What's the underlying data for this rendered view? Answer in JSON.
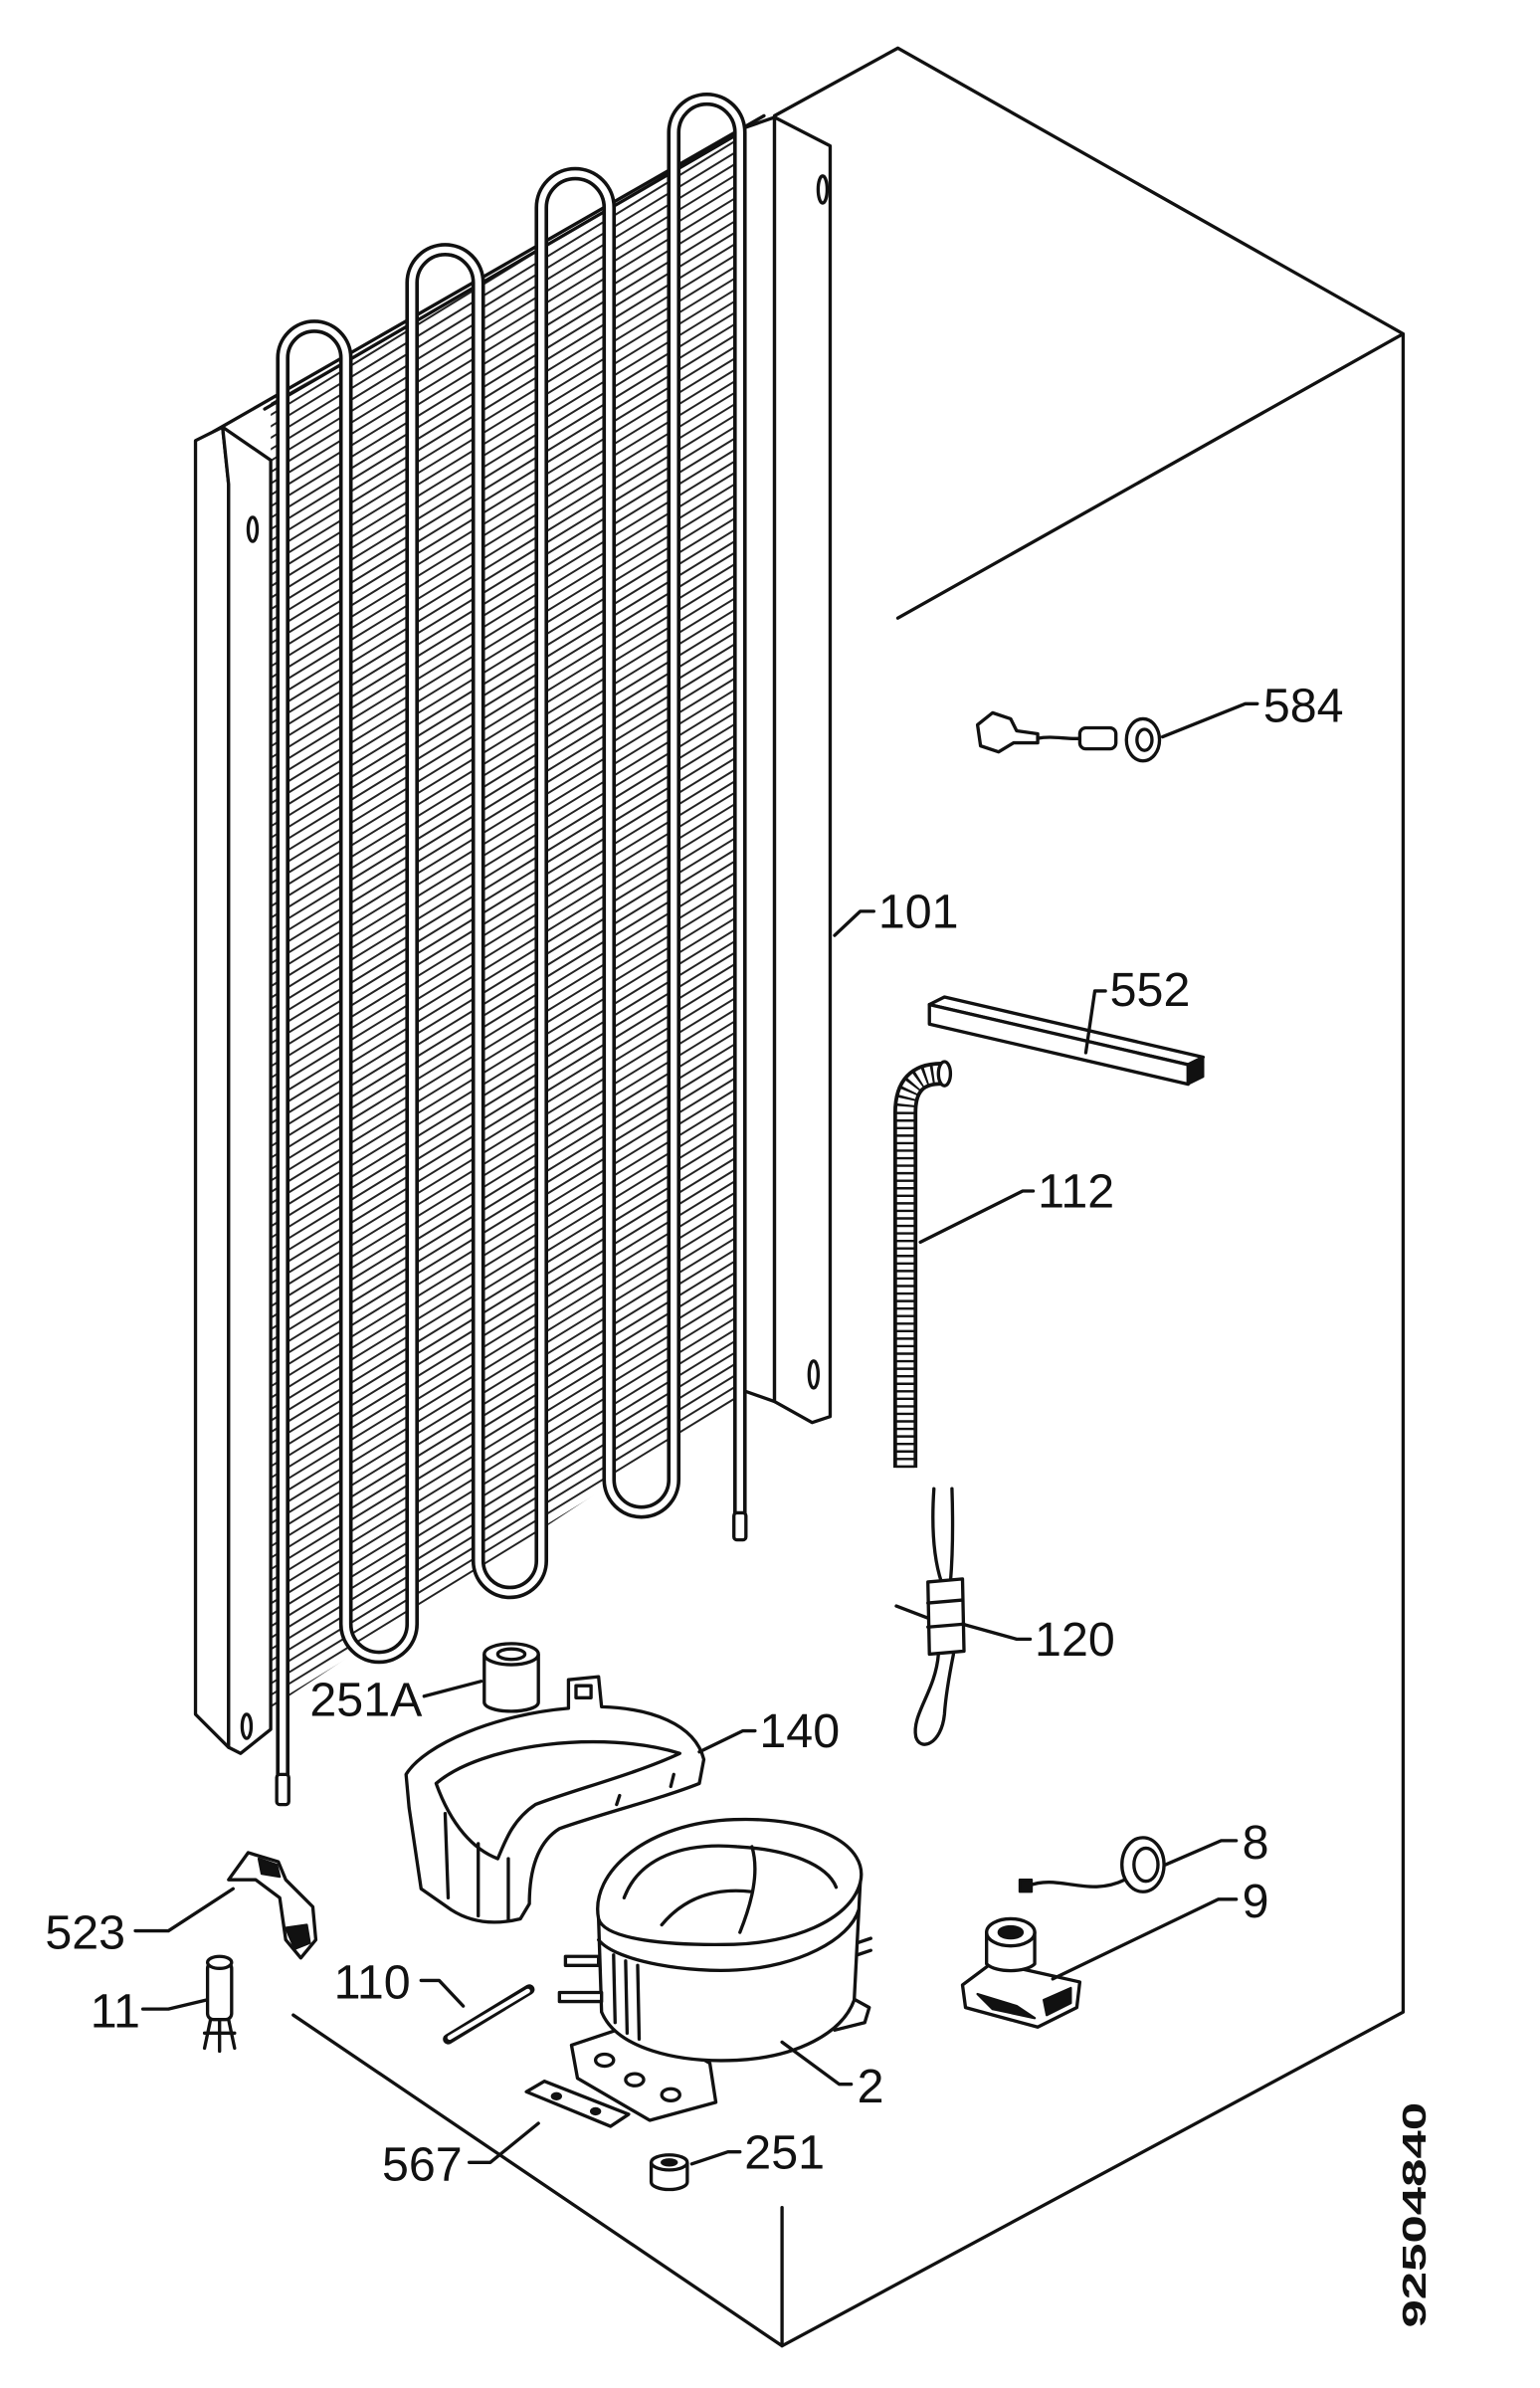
{
  "drawing": {
    "callouts": [
      {
        "text": "584"
      },
      {
        "text": "101"
      },
      {
        "text": "552"
      },
      {
        "text": "112"
      },
      {
        "text": "120"
      },
      {
        "text": "251A"
      },
      {
        "text": "140"
      },
      {
        "text": "8"
      },
      {
        "text": "9"
      },
      {
        "text": "523"
      },
      {
        "text": "11"
      },
      {
        "text": "110"
      },
      {
        "text": "2"
      },
      {
        "text": "567"
      },
      {
        "text": "251"
      }
    ],
    "drawing_number": "92504840"
  },
  "colors": {
    "line": "#111111",
    "background": "#ffffff"
  }
}
